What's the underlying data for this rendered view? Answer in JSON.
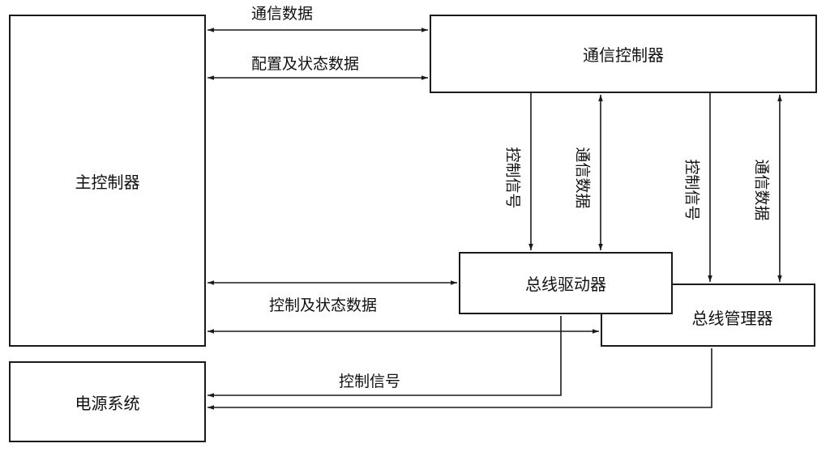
{
  "boxes": {
    "main_controller": "主控制器",
    "power_system": "电源系统",
    "comm_controller": "通信控制器",
    "bus_driver": "总线驱动器",
    "bus_manager": "总线管理器"
  },
  "labels": {
    "comm_data_top": "通信数据",
    "config_status_data": "配置及状态数据",
    "control_status_data": "控制及状态数据",
    "control_signal_bottom": "控制信号",
    "control_signal_v1": "控制信号",
    "comm_data_v1": "通信数据",
    "control_signal_v2": "控制信号",
    "comm_data_v2": "通信数据"
  }
}
